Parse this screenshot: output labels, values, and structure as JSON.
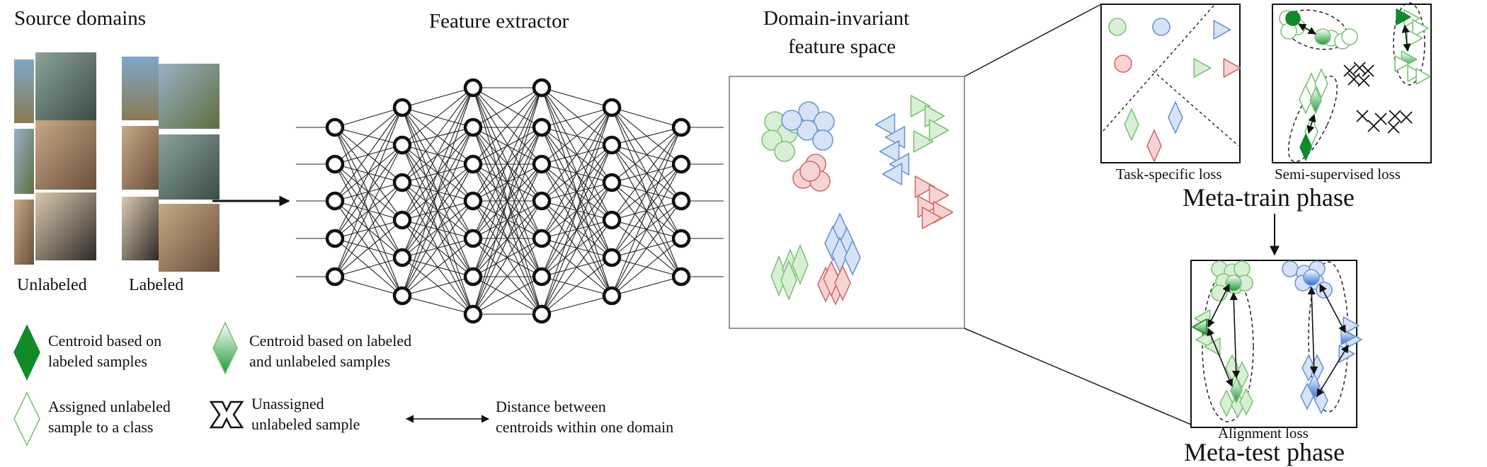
{
  "titles": {
    "source_domains": "Source domains",
    "feature_extractor": "Feature extractor",
    "feature_space_line1": "Domain-invariant",
    "feature_space_line2": "feature space"
  },
  "source": {
    "unlabeled": "Unlabeled",
    "labeled": "Labeled"
  },
  "panels": {
    "task_specific": "Task-specific loss",
    "semi_supervised": "Semi-supervised loss",
    "alignment": "Alignment loss"
  },
  "phases": {
    "meta_train": "Meta-train phase",
    "meta_test": "Meta-test phase"
  },
  "legend": {
    "centroid_labeled_1": "Centroid based on",
    "centroid_labeled_2": "labeled samples",
    "centroid_both_1": "Centroid based on labeled",
    "centroid_both_2": " and unlabeled  samples",
    "assigned_1": "Assigned unlabeled",
    "assigned_2": "sample to a class",
    "unassigned_1": "Unassigned",
    "unassigned_2": "unlabeled sample",
    "distance_1": "Distance between",
    "distance_2": "centroids within one domain"
  },
  "colors": {
    "green": "#7cc576",
    "green_fill": "#d9efd5",
    "dark_green": "#118a2a",
    "blue": "#6b95d6",
    "blue_fill": "#d6e3f5",
    "red": "#d66b6b",
    "red_fill": "#f6d4d4",
    "black": "#111111"
  },
  "icons": [
    "sample-image-thumbnail",
    "neuron-node",
    "arrow-right-icon",
    "arrow-down-icon",
    "circle-marker",
    "triangle-marker",
    "diamond-marker",
    "x-marker",
    "double-arrow-icon"
  ]
}
